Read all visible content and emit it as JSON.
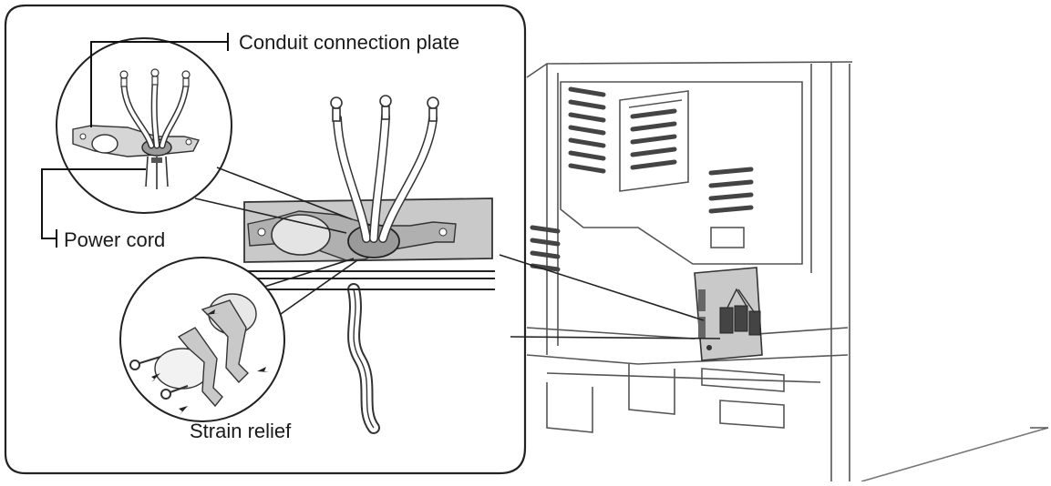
{
  "labels": {
    "conduit": "Conduit connection plate",
    "power": "Power cord",
    "strain": "Strain relief"
  },
  "colors": {
    "line": "#1a1a1a",
    "stroke": "#3a3a3a",
    "plate": "#c9c9c9",
    "plate_dark": "#9a9a9a",
    "wire": "#ffffff",
    "appliance_line": "#555555",
    "background": "#ffffff"
  }
}
